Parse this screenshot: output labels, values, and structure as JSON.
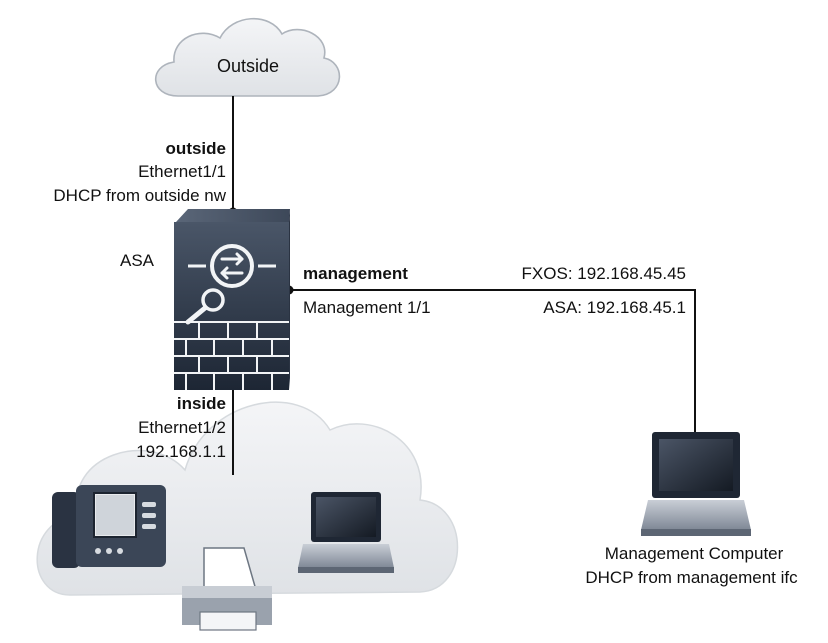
{
  "outside_cloud": {
    "label": "Outside"
  },
  "outside_link": {
    "name": "outside",
    "port": "Ethernet1/1",
    "addressing": "DHCP from outside nw"
  },
  "asa": {
    "label": "ASA"
  },
  "management_link": {
    "name": "management",
    "port": "Management 1/1",
    "fxos_ip": "FXOS: 192.168.45.45",
    "asa_ip": "ASA: 192.168.45.1"
  },
  "inside_link": {
    "name": "inside",
    "port": "Ethernet1/2",
    "ip": "192.168.1.1"
  },
  "management_computer": {
    "title": "Management Computer",
    "addressing": "DHCP from management ifc"
  },
  "colors": {
    "device_dark": "#1e2836",
    "device_mid": "#3a4658",
    "cloud_fill": "#eceef1",
    "cloud_stroke": "#bfc5cc",
    "line": "#111111"
  }
}
